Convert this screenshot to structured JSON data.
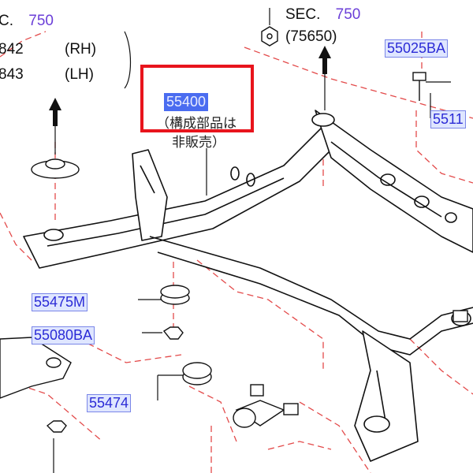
{
  "labels": {
    "sec_left": "C.",
    "sec_left_num": "750",
    "part_rh": "842",
    "side_rh": "(RH)",
    "part_lh": "843",
    "side_lh": "(LH)",
    "sec_top": "SEC.",
    "sec_top_num": "750",
    "sec_top_ref": "(75650)"
  },
  "parts": {
    "p55400": "55400",
    "p55025BA": "55025BA",
    "p5511": "5511",
    "p55475M": "55475M",
    "p55080BA": "55080BA",
    "p55474": "55474"
  },
  "notes": {
    "line1": "（構成部品は",
    "line2": "非販売）"
  },
  "colors": {
    "highlight_box": "#e8141c",
    "part_label_bg": "#dfe6ff",
    "part_label_text": "#2b2bd6",
    "selected_label_bg": "#4a6cf0",
    "section_number": "#6b3fd8",
    "phantom_line": "#e34a4a"
  }
}
